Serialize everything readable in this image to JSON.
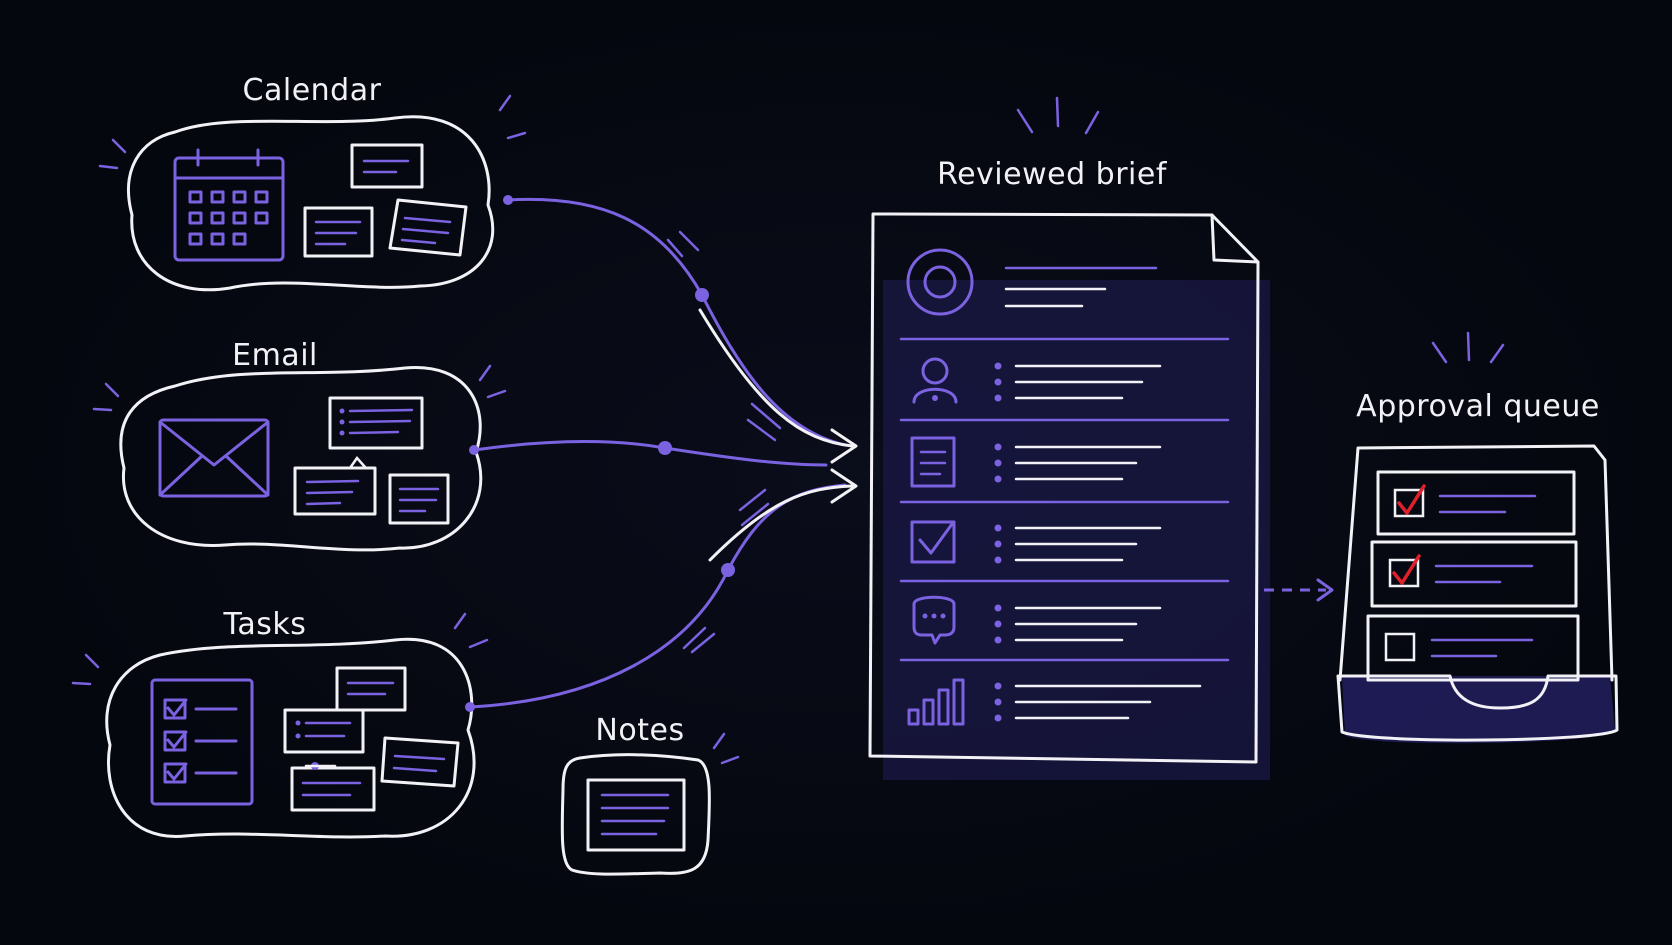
{
  "colors": {
    "background": "#05070f",
    "stroke": "#f2f2f6",
    "accent": "#7b62e0",
    "check_mark": "#e0202a"
  },
  "sources": {
    "calendar": {
      "label": "Calendar",
      "icon": "calendar-icon"
    },
    "email": {
      "label": "Email",
      "icon": "envelope-icon"
    },
    "tasks": {
      "label": "Tasks",
      "icon": "checklist-icon"
    },
    "notes": {
      "label": "Notes",
      "icon": "note-icon"
    }
  },
  "brief": {
    "label": "Reviewed brief",
    "sections": [
      {
        "icon": "target-icon"
      },
      {
        "icon": "person-icon"
      },
      {
        "icon": "document-icon"
      },
      {
        "icon": "checkbox-icon"
      },
      {
        "icon": "chat-bubble-icon"
      },
      {
        "icon": "bar-chart-icon"
      }
    ]
  },
  "queue": {
    "label": "Approval queue",
    "cards": [
      {
        "checked": true
      },
      {
        "checked": true
      },
      {
        "checked": false
      }
    ]
  }
}
